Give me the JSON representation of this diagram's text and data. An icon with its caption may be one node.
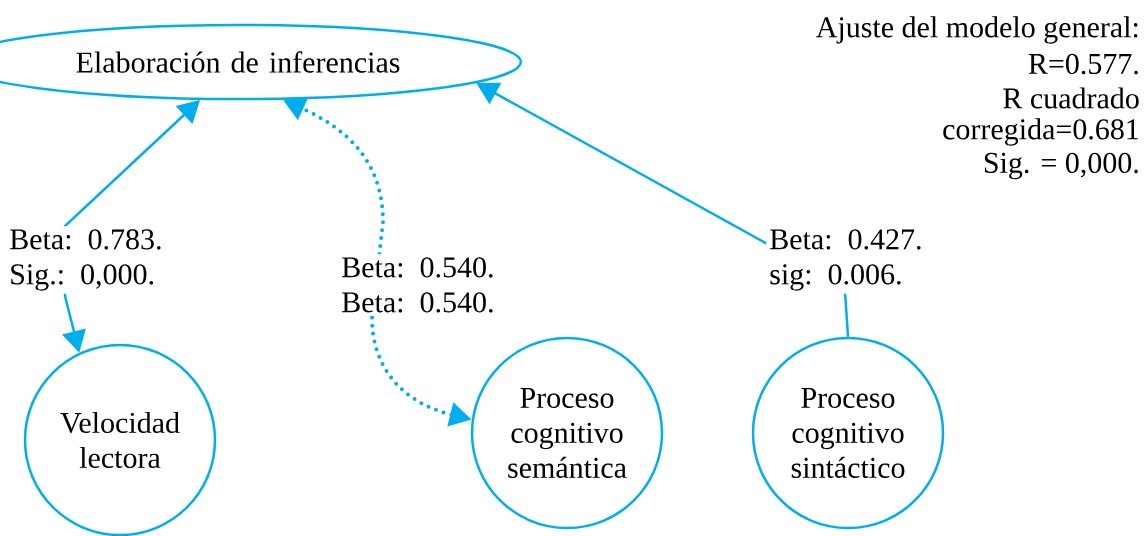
{
  "diagram": {
    "nodes": [
      {
        "text": [
          "Elaboración de inferencias"
        ]
      },
      {
        "text": [
          "Velocidad lectora"
        ]
      },
      {
        "text": [
          "Proceso cognitivo semántica"
        ]
      },
      {
        "text": [
          "Proceso cognitivo sintáctico"
        ]
      }
    ],
    "edges": [
      {
        "from": 1,
        "to": 0,
        "arrow": "both",
        "label": "Beta: 0.783. Sig.: 0,000."
      },
      {
        "from": 2,
        "to": 0,
        "arrow": "both",
        "style": "dashed",
        "label": "Beta: 0.540. Beta: 0.540."
      },
      {
        "from": 3,
        "to": 0,
        "arrow": "to",
        "label": "Beta: 0.427. sig: 0.006."
      }
    ],
    "labels": [
      "Ajuste del modelo general:",
      "R=0.577.",
      "R cuadrado",
      "corregida=0.681",
      "Sig. = 0,000."
    ]
  }
}
